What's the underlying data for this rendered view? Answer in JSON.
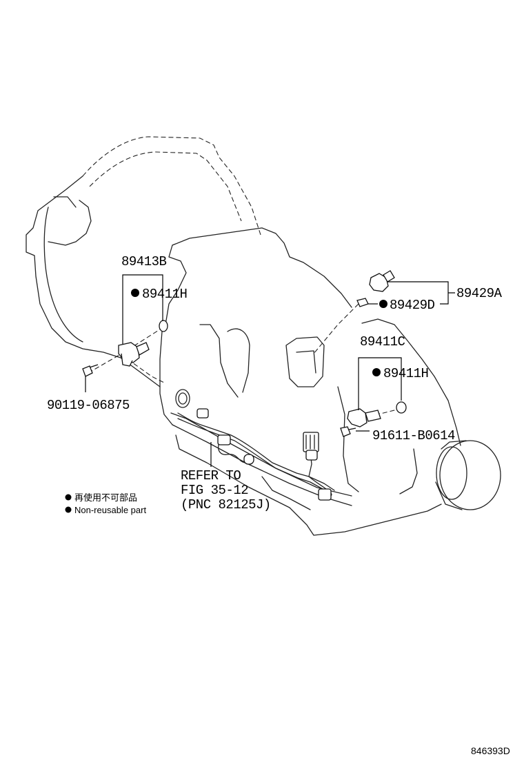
{
  "labels": {
    "assy_89413B": "89413B",
    "sensor_89411H_left": "89411H",
    "bolt_90119": "90119-06875",
    "switch_89429A": "89429A",
    "gasket_89429D": "89429D",
    "assy_89411C": "89411C",
    "sensor_89411H_right": "89411H",
    "bolt_91611": "91611-B0614",
    "refer_line1": "REFER TO",
    "refer_line2": "FIG 35-12",
    "refer_line3": "(PNC 82125J)"
  },
  "legend": {
    "japanese": "再使用不可部品",
    "english": "Non-reusable part"
  },
  "figure_code": "846393D"
}
